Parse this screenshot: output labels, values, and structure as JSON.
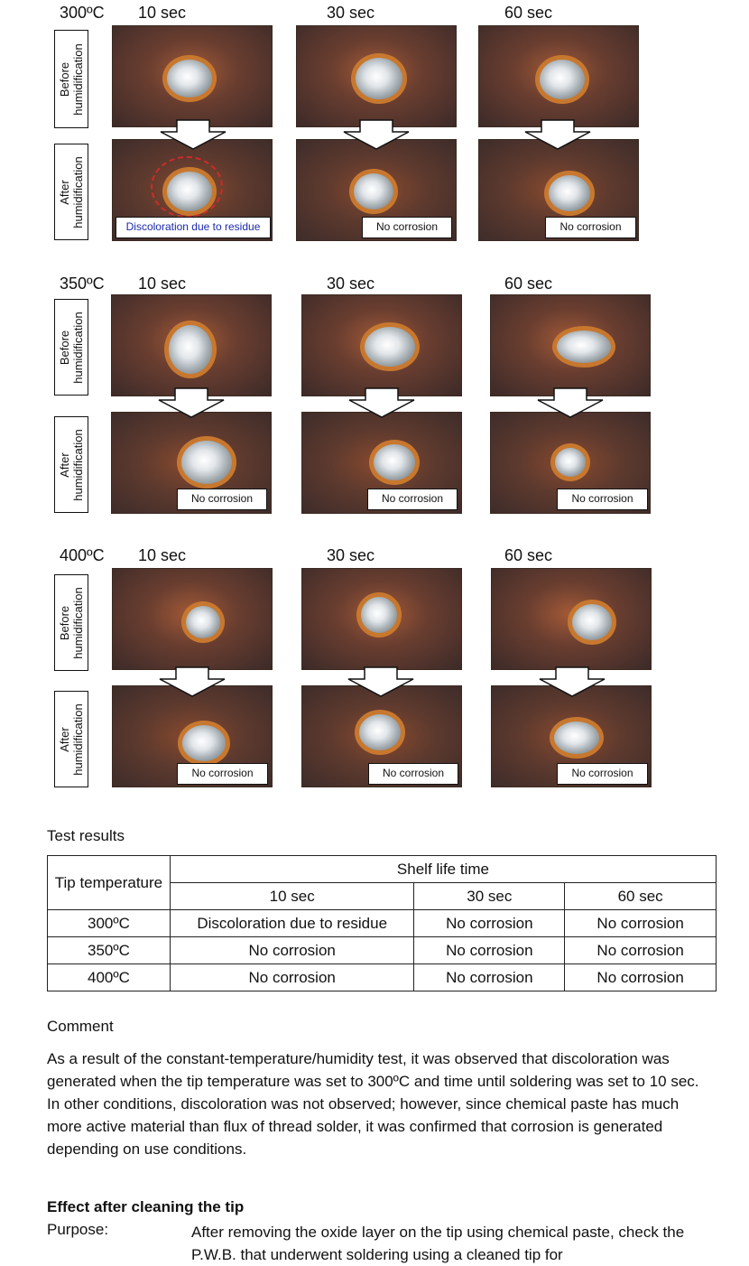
{
  "groups": [
    {
      "temp": "300ºC",
      "times": [
        "10 sec",
        "30 sec",
        "60 sec"
      ],
      "before_label": "Before humidification",
      "after_label": "After humidification",
      "results": [
        "Discoloration due to residue",
        "No corrosion",
        "No corrosion"
      ]
    },
    {
      "temp": "350ºC",
      "times": [
        "10 sec",
        "30 sec",
        "60 sec"
      ],
      "before_label": "Before humidification",
      "after_label": "After humidification",
      "results": [
        "No corrosion",
        "No corrosion",
        "No corrosion"
      ]
    },
    {
      "temp": "400ºC",
      "times": [
        "10 sec",
        "30 sec",
        "60 sec"
      ],
      "before_label": "Before humidification",
      "after_label": "After humidification",
      "results": [
        "No corrosion",
        "No corrosion",
        "No corrosion"
      ]
    }
  ],
  "test_results": {
    "heading": "Test results",
    "col_tip": "Tip temperature",
    "col_shelf": "Shelf life time",
    "subcols": [
      "10 sec",
      "30 sec",
      "60 sec"
    ],
    "rows": [
      {
        "temp": "300ºC",
        "cells": [
          "Discoloration due to residue",
          "No corrosion",
          "No corrosion"
        ]
      },
      {
        "temp": "350ºC",
        "cells": [
          "No corrosion",
          "No corrosion",
          "No corrosion"
        ]
      },
      {
        "temp": "400ºC",
        "cells": [
          "No corrosion",
          "No corrosion",
          "No corrosion"
        ]
      }
    ]
  },
  "comment": {
    "heading": "Comment",
    "body": "As a result of the constant-temperature/humidity test, it was observed that discoloration was generated when the tip temperature was set to 300ºC and time until soldering was set to 10 sec. In other conditions, discoloration was not observed; however, since chemical paste has much more active material than flux of thread solder, it was confirmed that corrosion is generated depending on use conditions."
  },
  "effect": {
    "heading": "Effect after cleaning the tip",
    "purpose_label": "Purpose:",
    "purpose_text": "After removing the oxide layer on the tip using chemical paste, check the P.W.B. that underwent soldering using a cleaned tip for"
  }
}
